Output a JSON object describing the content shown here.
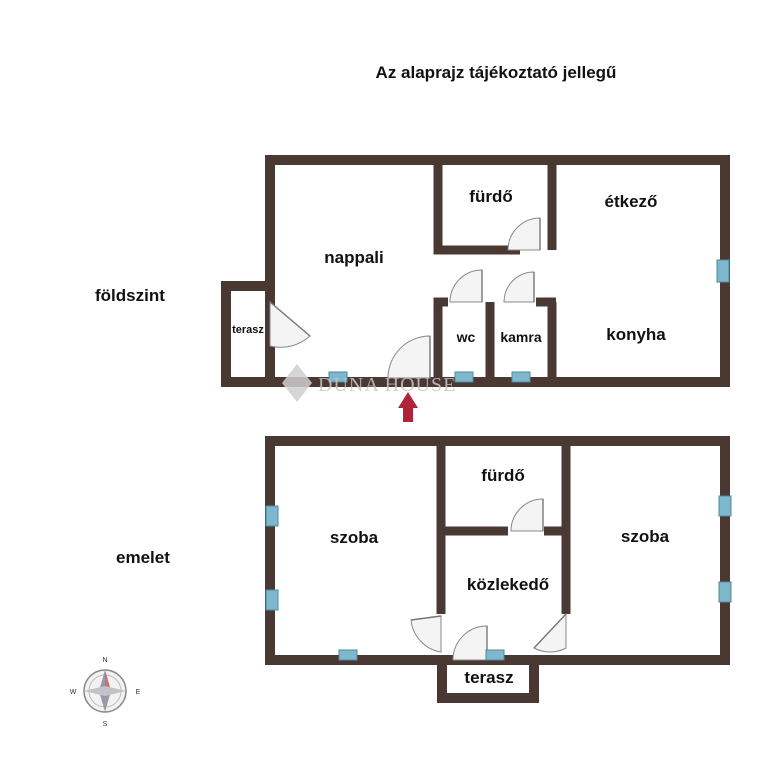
{
  "header": {
    "note": "Az alaprajz tájékoztató jellegű"
  },
  "floors": {
    "ground": {
      "label": "földszint",
      "rooms": {
        "nappali": "nappali",
        "furdo": "fürdő",
        "etkezo": "étkező",
        "konyha": "konyha",
        "wc": "wc",
        "kamra": "kamra",
        "terasz": "terasz"
      }
    },
    "upper": {
      "label": "emelet",
      "rooms": {
        "szoba_left": "szoba",
        "furdo": "fürdő",
        "kozlekedo": "közlekedő",
        "szoba_right": "szoba",
        "terasz": "terasz"
      }
    }
  },
  "watermark": {
    "text": "DUNA HOUSE"
  },
  "compass": {
    "n": "N",
    "s": "S",
    "e": "E",
    "w": "W"
  },
  "colors": {
    "wall": "#4a3832",
    "window": "#7fb8cc",
    "entrance_arrow": "#b0243a"
  }
}
